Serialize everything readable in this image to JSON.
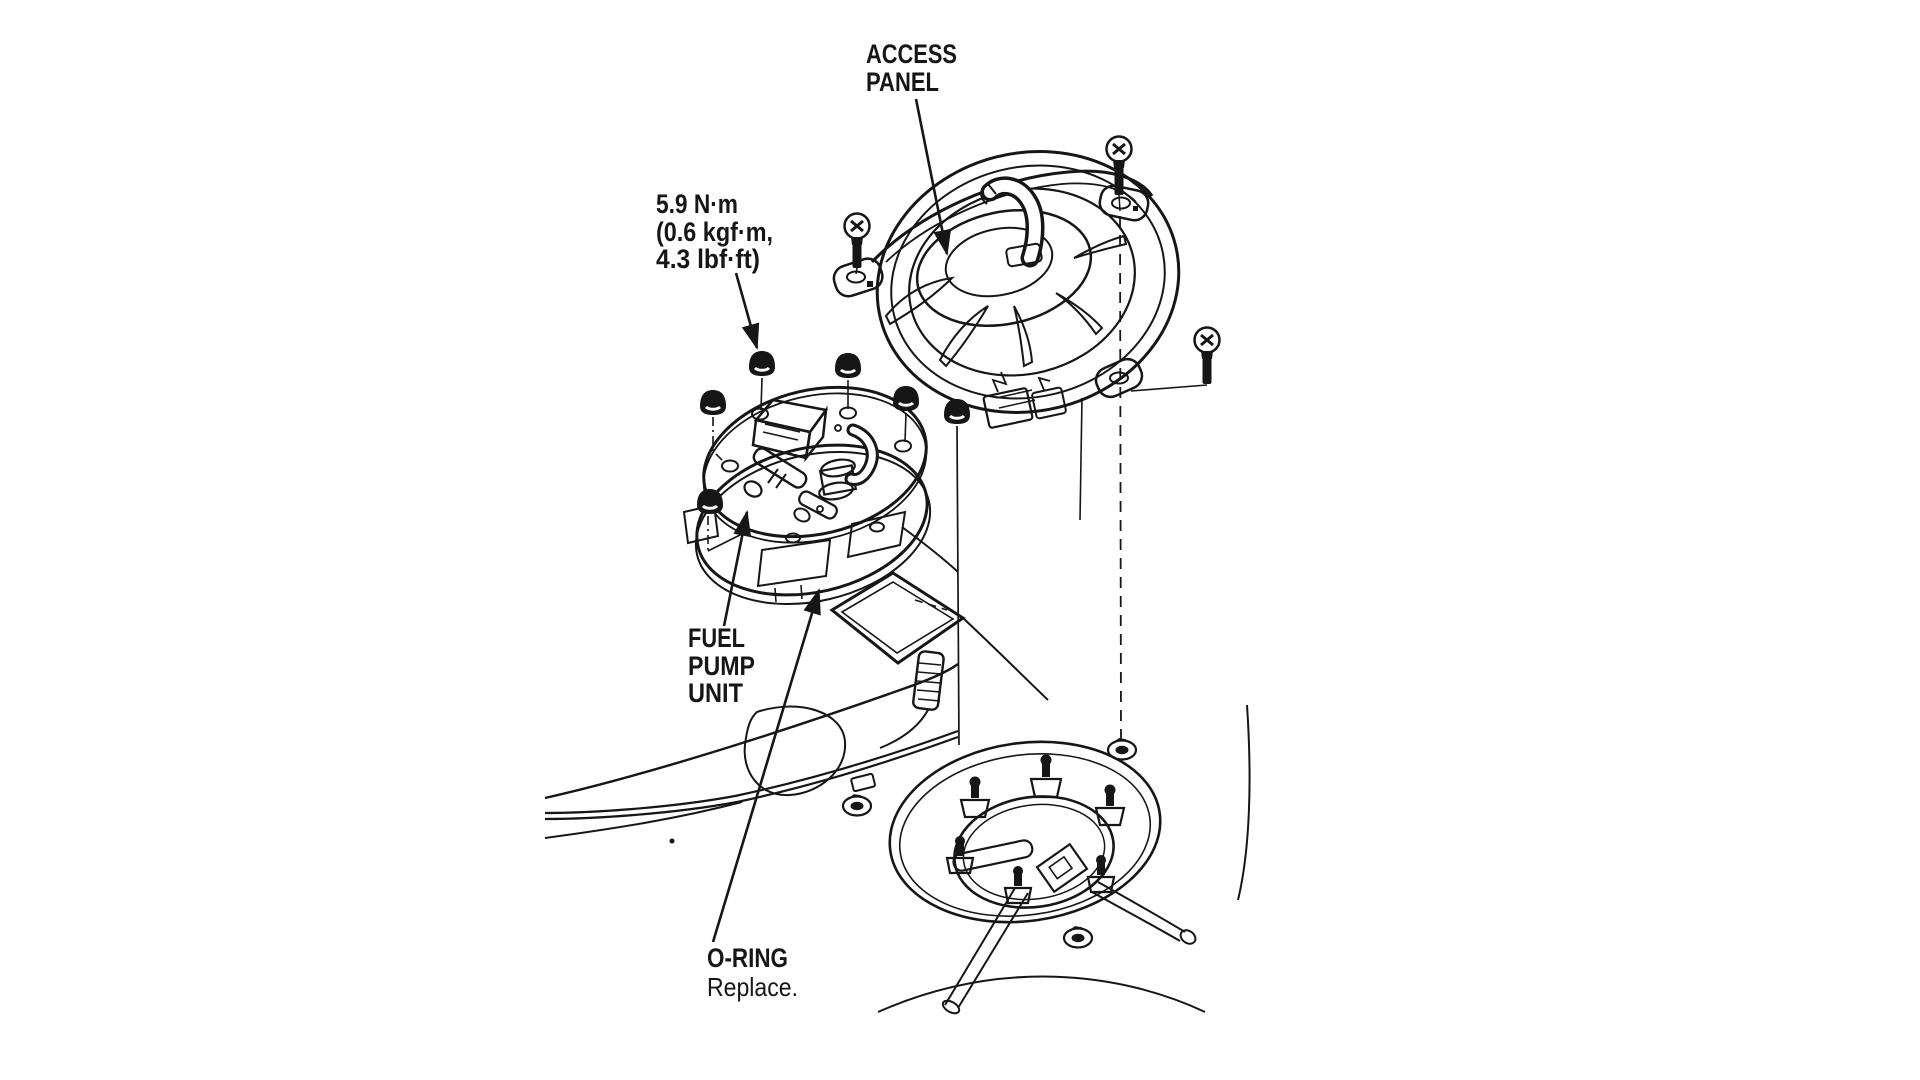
{
  "figure": {
    "type": "service-manual-exploded-diagram",
    "subject": "fuel pump unit, access panel and fuel tank opening",
    "background_color": "#ffffff",
    "ink_color": "#161616"
  },
  "labels": {
    "access_panel": {
      "line1": "ACCESS",
      "line2": "PANEL"
    },
    "torque_spec": {
      "line1": "5.9 N·m",
      "line2": "(0.6 kgf·m,",
      "line3": "4.3 lbf·ft)"
    },
    "fuel_pump_unit": {
      "line1": "FUEL",
      "line2": "PUMP",
      "line3": "UNIT"
    },
    "o_ring": {
      "line1": "O-RING",
      "line2": "Replace."
    }
  },
  "torque_values": {
    "newton_meters": "5.9 N·m",
    "kilogram_force_meters": "0.6 kgf·m",
    "pound_force_feet": "4.3 lbf·ft"
  },
  "icons": {
    "screws": "phillips-screw-icon x3",
    "nuts": "dome-nut-icon x6",
    "studs": "mounting-stud-icon x6",
    "grommets": "grommet-icon x3"
  }
}
